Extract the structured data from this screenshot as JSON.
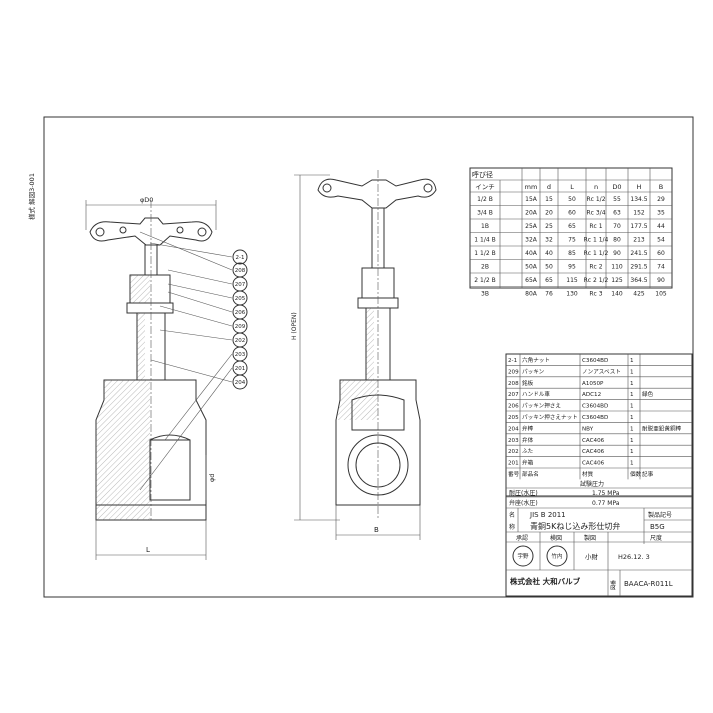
{
  "side_label": "様式 解図3-001",
  "drawing_labels": {
    "phi_d0": "φD0",
    "phi_d": "φd",
    "l": "L",
    "h_open": "H (OPEN)",
    "b": "B"
  },
  "callouts": [
    "2-1",
    "208",
    "207",
    "205",
    "206",
    "209",
    "202",
    "203",
    "201",
    "204"
  ],
  "dimension_table": {
    "group_header": "呼び径",
    "headers": [
      "インチ",
      "mm",
      "d",
      "L",
      "n",
      "D0",
      "H",
      "B"
    ],
    "rows": [
      [
        "1/2 B",
        "15A",
        "15",
        "50",
        "Rc 1/2",
        "55",
        "134.5",
        "29"
      ],
      [
        "3/4 B",
        "20A",
        "20",
        "60",
        "Rc 3/4",
        "63",
        "152",
        "35"
      ],
      [
        "1B",
        "25A",
        "25",
        "65",
        "Rc 1",
        "70",
        "177.5",
        "44"
      ],
      [
        "1 1/4 B",
        "32A",
        "32",
        "75",
        "Rc 1 1/4",
        "80",
        "213",
        "54"
      ],
      [
        "1 1/2 B",
        "40A",
        "40",
        "85",
        "Rc 1 1/2",
        "90",
        "241.5",
        "60"
      ],
      [
        "2B",
        "50A",
        "50",
        "95",
        "Rc 2",
        "110",
        "291.5",
        "74"
      ],
      [
        "2 1/2 B",
        "65A",
        "65",
        "115",
        "Rc 2 1/2",
        "125",
        "364.5",
        "90"
      ],
      [
        "3B",
        "80A",
        "76",
        "130",
        "Rc 3",
        "140",
        "425",
        "105"
      ]
    ]
  },
  "parts": [
    [
      "2-1",
      "六角ナット",
      "C3604BD",
      "1",
      ""
    ],
    [
      "209",
      "パッキン",
      "ノンアスベスト",
      "1",
      ""
    ],
    [
      "208",
      "銘板",
      "A1050P",
      "1",
      ""
    ],
    [
      "207",
      "ハンドル車",
      "ADC12",
      "1",
      "緑色"
    ],
    [
      "206",
      "パッキン押さえ",
      "C3604BD",
      "1",
      ""
    ],
    [
      "205",
      "パッキン押さえナット",
      "C3604BD",
      "1",
      ""
    ],
    [
      "204",
      "弁棒",
      "NBY",
      "1",
      "耐脱亜鉛黄銅棒"
    ],
    [
      "203",
      "弁体",
      "CAC406",
      "1",
      ""
    ],
    [
      "202",
      "ふた",
      "CAC406",
      "1",
      ""
    ],
    [
      "201",
      "弁箱",
      "CAC406",
      "1",
      ""
    ]
  ],
  "parts_header": [
    "番号",
    "部品名",
    "材質",
    "個数",
    "記事"
  ],
  "test_pressure": {
    "title": "試験圧力",
    "shell_label": "耐圧(水圧)",
    "shell_value": "1.75 MPa",
    "seat_label": "弁座(水圧)",
    "seat_value": "0.77 MPa"
  },
  "title_block": {
    "name_label": "名",
    "standard": "JIS B 2011",
    "product_no_label": "製品記号",
    "title_label": "称",
    "product_title": "青銅5Kねじ込み形仕切弁",
    "product_no": "B5G",
    "approve_label": "承認",
    "check_label": "検図",
    "draw_label": "製図",
    "scale_label": "尺度",
    "approver_stamp": "宇野",
    "checker_stamp": "竹内",
    "drafter": "小財",
    "date": "H26.12. 3",
    "company": "株式会社 大和バルブ",
    "drawing_no_label": "図番",
    "drawing_no": "BAACA-R011L"
  }
}
